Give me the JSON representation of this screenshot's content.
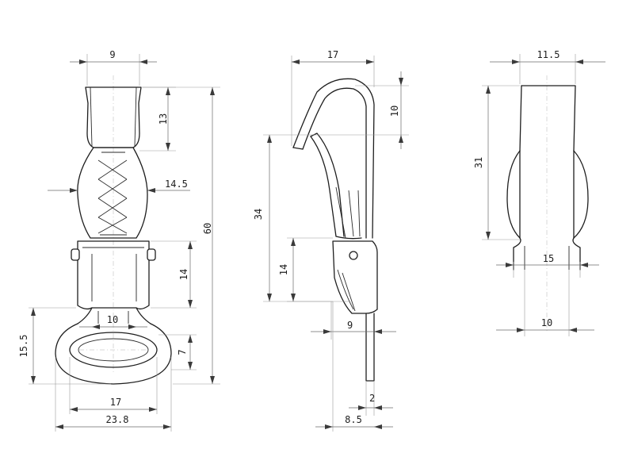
{
  "views": {
    "front": {
      "dim_top_width": "9",
      "dim_top_height": "13",
      "dim_grip_width": "14.5",
      "dim_overall_length": "60",
      "dim_lower_height": "14",
      "dim_neck_width": "10",
      "dim_ring_height": "7",
      "dim_ring_total_height": "15.5",
      "dim_ring_inner_width": "17",
      "dim_ring_outer_width": "23.8"
    },
    "side": {
      "dim_hook_width": "17",
      "dim_hook_top": "10",
      "dim_jaw_length": "34",
      "dim_pivot_height": "14",
      "dim_body_offset": "9",
      "dim_tab_thickness": "2",
      "dim_total_offset": "8.5"
    },
    "end": {
      "dim_top_width": "11.5",
      "dim_body_height": "31",
      "dim_base_width": "15",
      "dim_foot_width": "10"
    }
  }
}
